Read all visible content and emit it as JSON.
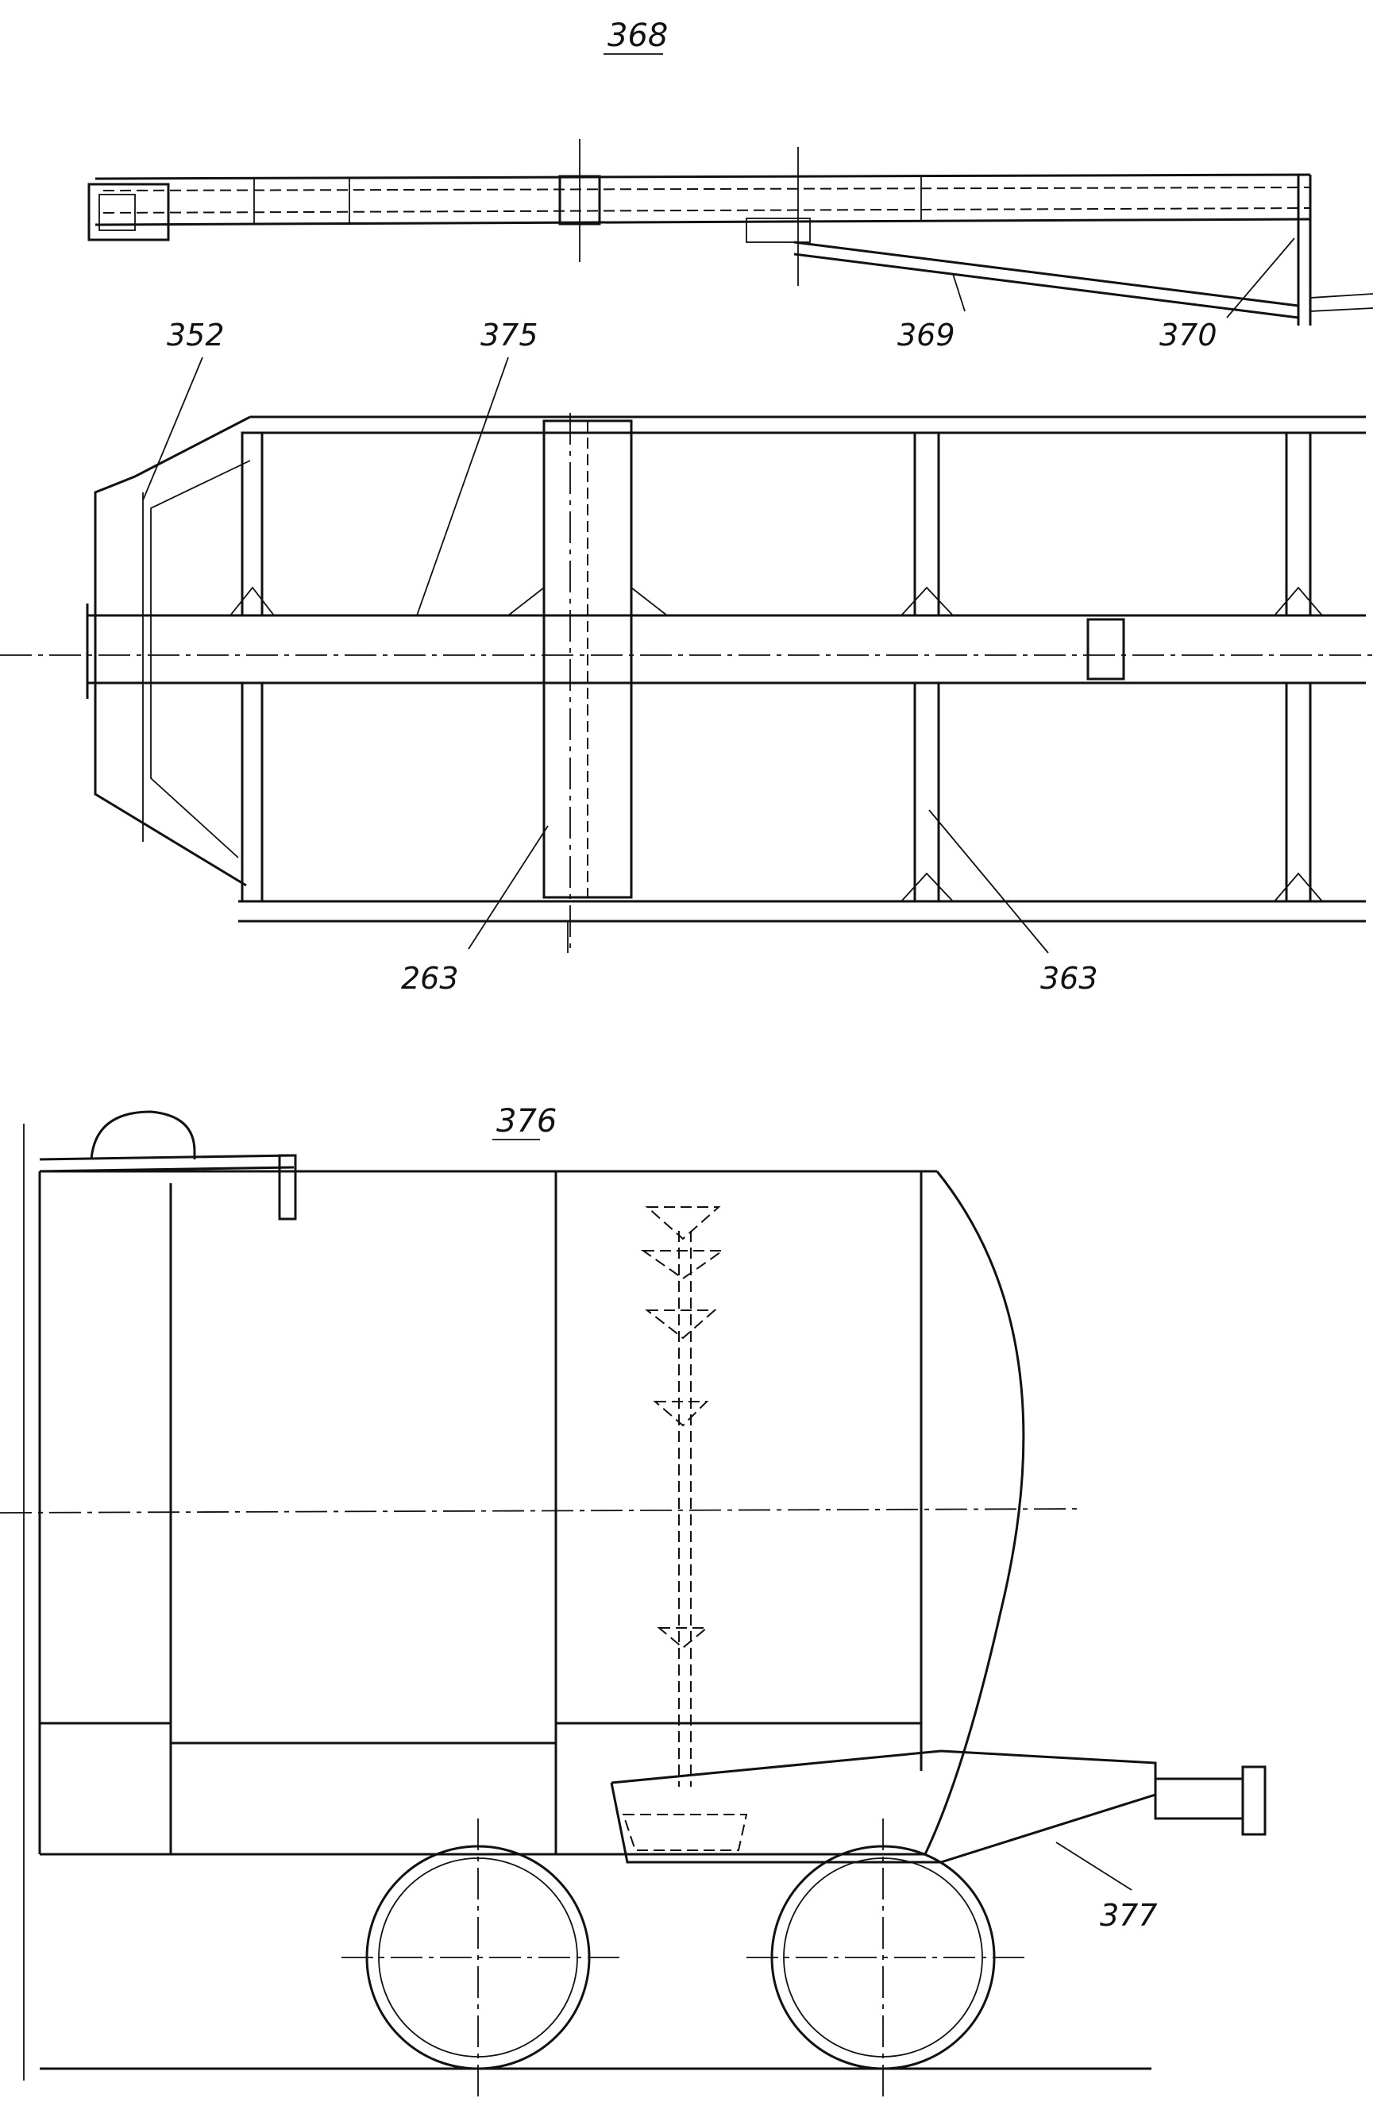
{
  "figures": {
    "fig_368": "368",
    "fig_376": "376"
  },
  "callouts": {
    "c352": "352",
    "c375": "375",
    "c369": "369",
    "c370": "370",
    "c263": "263",
    "c363": "363",
    "c377": "377"
  }
}
